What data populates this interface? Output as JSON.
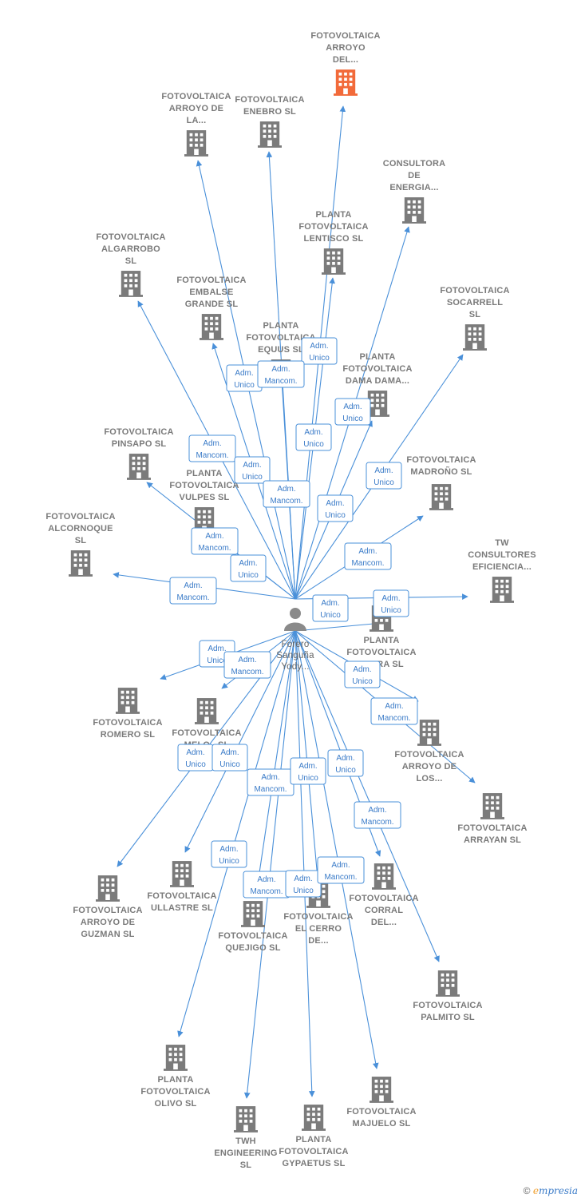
{
  "colors": {
    "edge": "#4a90d9",
    "node": "#7b7b7b",
    "highlight": "#f26a3a",
    "person": "#8a8a8a"
  },
  "center": {
    "label": [
      "Forero",
      "Sanguña",
      "Yody..."
    ],
    "icon": "person-icon"
  },
  "nodes": [
    {
      "id": "n0",
      "label": [
        "FOTOVOLTAICA",
        "ARROYO",
        "DEL..."
      ],
      "highlight": true
    },
    {
      "id": "n1",
      "label": [
        "FOTOVOLTAICA",
        "ARROYO DE",
        "LA..."
      ]
    },
    {
      "id": "n2",
      "label": [
        "FOTOVOLTAICA",
        "ENEBRO  SL"
      ]
    },
    {
      "id": "n3",
      "label": [
        "CONSULTORA",
        "DE",
        "ENERGIA..."
      ]
    },
    {
      "id": "n4",
      "label": [
        "PLANTA",
        "FOTOVOLTAICA",
        "LENTISCO  SL"
      ]
    },
    {
      "id": "n5",
      "label": [
        "FOTOVOLTAICA",
        "ALGARROBO",
        "SL"
      ]
    },
    {
      "id": "n6",
      "label": [
        "FOTOVOLTAICA",
        "EMBALSE",
        "GRANDE  SL"
      ]
    },
    {
      "id": "n7",
      "label": [
        "FOTOVOLTAICA",
        "SOCARRELL",
        "SL"
      ]
    },
    {
      "id": "n8",
      "label": [
        "PLANTA",
        "FOTOVOLTAICA",
        "EQUUS  SL"
      ]
    },
    {
      "id": "n9",
      "label": [
        "PLANTA",
        "FOTOVOLTAICA",
        "DAMA DAMA..."
      ]
    },
    {
      "id": "n10",
      "label": [
        "FOTOVOLTAICA",
        "PINSAPO  SL"
      ]
    },
    {
      "id": "n11",
      "label": [
        "FOTOVOLTAICA",
        "MADROÑO  SL"
      ]
    },
    {
      "id": "n12",
      "label": [
        "PLANTA",
        "FOTOVOLTAICA",
        "VULPES  SL"
      ]
    },
    {
      "id": "n13",
      "label": [
        "FOTOVOLTAICA",
        "ALCORNOQUE",
        "SL"
      ]
    },
    {
      "id": "n14",
      "label": [
        "TW",
        "CONSULTORES",
        "EFICIENCIA..."
      ]
    },
    {
      "id": "n15",
      "label": [
        "PLANTA",
        "FOTOVOLTAICA",
        "LUTRA  SL"
      ]
    },
    {
      "id": "n16",
      "label": [
        "FOTOVOLTAICA",
        "ROMERO  SL"
      ]
    },
    {
      "id": "n17",
      "label": [
        "FOTOVOLTAICA",
        "MELO..  SL"
      ]
    },
    {
      "id": "n18",
      "label": [
        "FOTOVOLTAICA",
        "ARROYO DE",
        "LOS..."
      ]
    },
    {
      "id": "n19",
      "label": [
        "FOTOVOLTAICA",
        "ARRAYAN  SL"
      ]
    },
    {
      "id": "n20",
      "label": [
        "FOTOVOLTAICA",
        "ARROYO DE",
        "GUZMAN  SL"
      ]
    },
    {
      "id": "n21",
      "label": [
        "FOTOVOLTAICA",
        "ULLASTRE  SL"
      ]
    },
    {
      "id": "n22",
      "label": [
        "FOTOVOLTAICA",
        "QUEJIGO  SL"
      ]
    },
    {
      "id": "n23",
      "label": [
        "FOTOVOLTAICA",
        "EL CERRO",
        "DE..."
      ]
    },
    {
      "id": "n24",
      "label": [
        "FOTOVOLTAICA",
        "CORRAL",
        "DEL..."
      ]
    },
    {
      "id": "n25",
      "label": [
        "FOTOVOLTAICA",
        "PALMITO  SL"
      ]
    },
    {
      "id": "n26",
      "label": [
        "PLANTA",
        "FOTOVOLTAICA",
        "OLIVO  SL"
      ]
    },
    {
      "id": "n27",
      "label": [
        "TWH",
        "ENGINEERING",
        "SL"
      ]
    },
    {
      "id": "n28",
      "label": [
        "PLANTA",
        "FOTOVOLTAICA",
        "GYPAETUS  SL"
      ]
    },
    {
      "id": "n29",
      "label": [
        "FOTOVOLTAICA",
        "MAJUELO  SL"
      ]
    }
  ],
  "edges": [
    {
      "to": "n0",
      "label": [
        "Adm.",
        "Unico"
      ]
    },
    {
      "to": "n1",
      "label": [
        "Adm.",
        "Unico"
      ]
    },
    {
      "to": "n2",
      "label": [
        "Adm.",
        "Mancom."
      ]
    },
    {
      "to": "n3",
      "label": [
        "Adm.",
        "Unico"
      ]
    },
    {
      "to": "n4",
      "label": [
        "Adm.",
        "Unico"
      ]
    },
    {
      "to": "n5",
      "label": [
        "Adm.",
        "Mancom."
      ]
    },
    {
      "to": "n6",
      "label": [
        "Adm.",
        "Unico"
      ]
    },
    {
      "to": "n7",
      "label": [
        "Adm.",
        "Unico"
      ]
    },
    {
      "to": "n8",
      "label": [
        "Adm.",
        "Mancom."
      ]
    },
    {
      "to": "n9",
      "label": [
        "Adm.",
        "Unico"
      ]
    },
    {
      "to": "n10",
      "label": [
        "Adm.",
        "Mancom."
      ]
    },
    {
      "to": "n11",
      "label": [
        "Adm.",
        "Mancom."
      ]
    },
    {
      "to": "n12",
      "label": [
        "Adm.",
        "Unico"
      ]
    },
    {
      "to": "n13",
      "label": [
        "Adm.",
        "Mancom."
      ]
    },
    {
      "to": "n14",
      "label": [
        "Adm.",
        "Unico"
      ]
    },
    {
      "to": "n15",
      "label": [
        "Adm.",
        "Unico"
      ]
    },
    {
      "to": "n16",
      "label": [
        "Adm.",
        "Unico"
      ]
    },
    {
      "to": "n17",
      "label": [
        "Adm.",
        "Mancom."
      ]
    },
    {
      "to": "n18",
      "label": [
        "Adm.",
        "Unico"
      ]
    },
    {
      "to": "n19",
      "label": [
        "Adm.",
        "Mancom."
      ]
    },
    {
      "to": "n20",
      "label": [
        "Adm.",
        "Unico"
      ]
    },
    {
      "to": "n21",
      "label": [
        "Adm.",
        "Unico"
      ]
    },
    {
      "to": "n22",
      "label": [
        "Adm.",
        "Mancom."
      ]
    },
    {
      "to": "n23",
      "label": [
        "Adm.",
        "Unico"
      ]
    },
    {
      "to": "n24",
      "label": [
        "Adm.",
        "Unico"
      ]
    },
    {
      "to": "n25",
      "label": [
        "Adm.",
        "Mancom."
      ]
    },
    {
      "to": "n26",
      "label": [
        "Adm.",
        "Unico"
      ]
    },
    {
      "to": "n27",
      "label": [
        "Adm.",
        "Mancom."
      ]
    },
    {
      "to": "n28",
      "label": [
        "Adm.",
        "Unico"
      ]
    },
    {
      "to": "n29",
      "label": [
        "Adm.",
        "Mancom."
      ]
    }
  ],
  "footer": {
    "copyright_symbol": "©",
    "brand": "mpresia",
    "brand_initial": "e"
  }
}
